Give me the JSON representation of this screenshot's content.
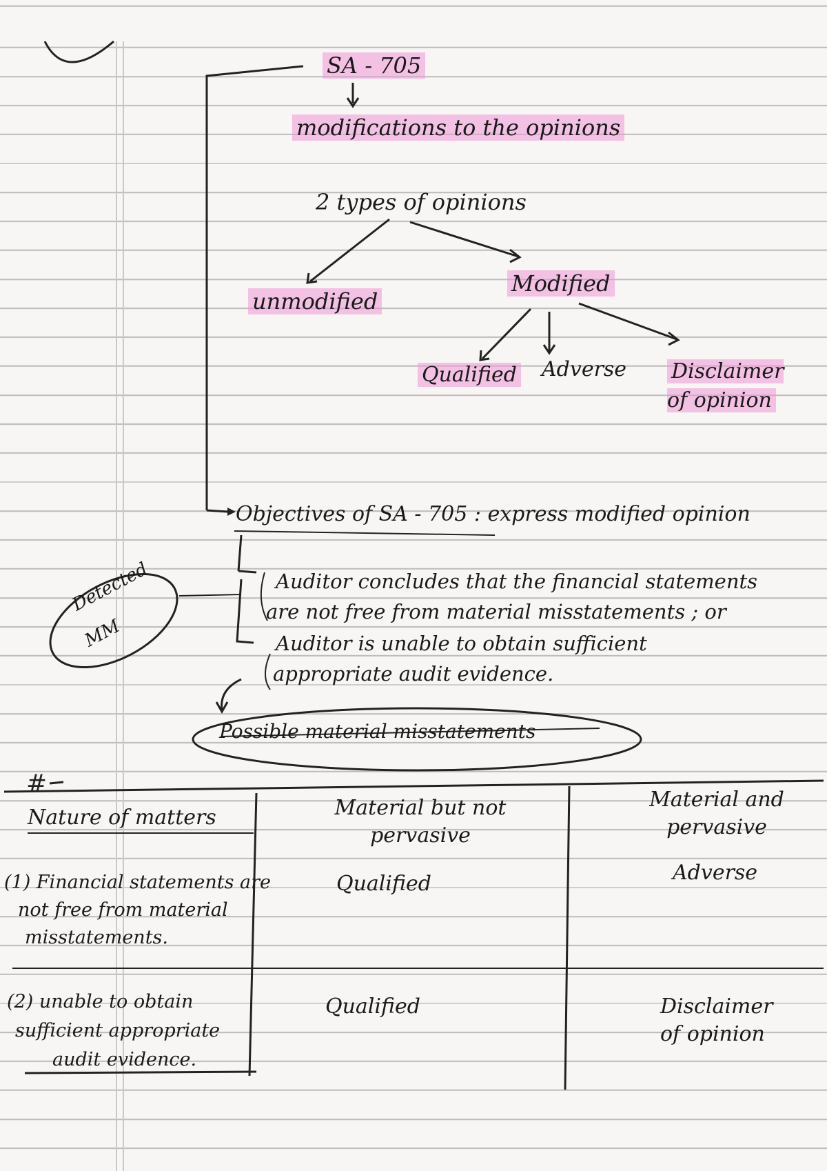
{
  "heading": "SA - 705",
  "topic": "modifications to the opinions",
  "types_heading": "2 types of opinions",
  "types": {
    "unmodified": "unmodified",
    "modified": "Modified"
  },
  "modified_types": [
    "Qualified",
    "Adverse",
    "Disclaimer of opinion"
  ],
  "objectives": {
    "title": "Objectives of SA - 705 : express modified opinion",
    "point_1": [
      "Auditor concludes that the financial statements",
      "are not free from material misstatements ; or"
    ],
    "point_2": [
      "Auditor is unable to obtain sufficient",
      "appropriate audit evidence."
    ],
    "side_note": [
      "Detected",
      "MM"
    ],
    "possible": "Possible material misstatements"
  },
  "table": {
    "marker": "#",
    "headers": [
      "Nature of matters",
      "Material but not pervasive",
      "Material and pervasive"
    ],
    "rows": [
      {
        "nature": [
          "(1) Financial statements are",
          "not free from material",
          "misstatements."
        ],
        "not_pervasive": "Qualified",
        "pervasive": "Adverse"
      },
      {
        "nature": [
          "(2) unable to obtain",
          "sufficient appropriate",
          "audit evidence."
        ],
        "not_pervasive": "Qualified",
        "pervasive": "Disclaimer of opinion"
      }
    ]
  },
  "colors": {
    "highlight": "#f096d7",
    "ink": "#1a1a1a"
  }
}
